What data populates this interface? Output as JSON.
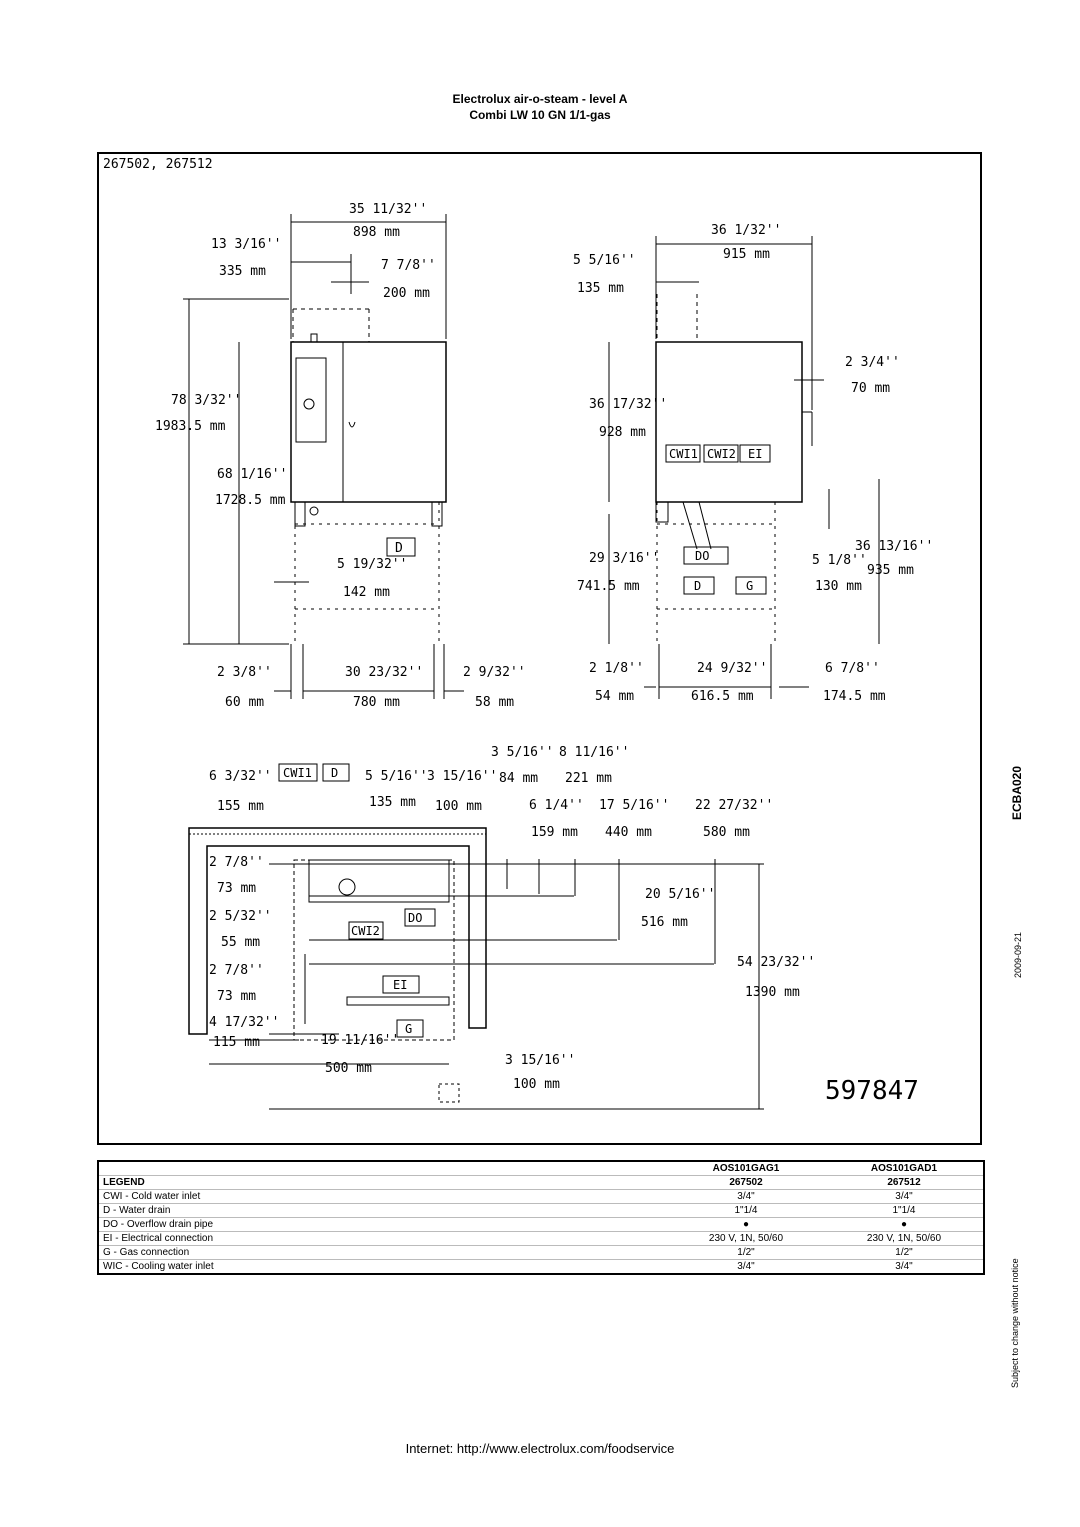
{
  "header": {
    "title_line1": "Electrolux air-o-steam - level A",
    "title_line2": "Combi LW 10 GN 1/1-gas"
  },
  "drawing": {
    "model_codes": "267502, 267512",
    "drawing_number": "597847",
    "front_view": {
      "width_in": "35 11/32''",
      "width_mm": "898 mm",
      "offset_in": "13 3/16''",
      "offset_mm": "335 mm",
      "flue_in": "7 7/8''",
      "flue_mm": "200 mm",
      "height_in": "78 3/32''",
      "height_mm": "1983.5 mm",
      "body_height_in": "68 1/16''",
      "body_height_mm": "1728.5 mm",
      "drain_in": "5 19/32''",
      "drain_mm": "142 mm",
      "left_leg_in": "2 3/8''",
      "left_leg_mm": "60 mm",
      "leg_span_in": "30 23/32''",
      "leg_span_mm": "780 mm",
      "right_leg_in": "2 9/32''",
      "right_leg_mm": "58 mm",
      "label_d": "D"
    },
    "side_view": {
      "depth_in": "36 1/32''",
      "depth_mm": "915 mm",
      "flue_in": "5 5/16''",
      "flue_mm": "135 mm",
      "handle_in": "2 3/4''",
      "handle_mm": "70 mm",
      "body_in": "36 17/32''",
      "body_mm": "928 mm",
      "base_in": "29 3/16''",
      "base_mm": "741.5 mm",
      "gas_in": "5 1/8''",
      "gas_mm": "130 mm",
      "total_in": "36 13/16''",
      "total_mm": "935 mm",
      "front_leg_in": "2 1/8''",
      "front_leg_mm": "54 mm",
      "leg_span_in": "24 9/32''",
      "leg_span_mm": "616.5 mm",
      "rear_in": "6 7/8''",
      "rear_mm": "174.5 mm",
      "labels": [
        "CWI1",
        "CWI2",
        "EI",
        "DO",
        "D",
        "G"
      ]
    },
    "plan_view": {
      "d1_in": "6 3/32''",
      "d1_mm": "155 mm",
      "d2_in": "5 5/16''",
      "d2_mm": "135 mm",
      "d3_in": "3 15/16''",
      "d3_mm": "100 mm",
      "d4_in": "3 5/16''",
      "d4_mm": "84 mm",
      "d5_in": "8 11/16''",
      "d5_mm": "221 mm",
      "d6_in": "6 1/4''",
      "d6_mm": "159 mm",
      "d7_in": "17 5/16''",
      "d7_mm": "440 mm",
      "d8_in": "22 27/32''",
      "d8_mm": "580 mm",
      "d9_in": "20 5/16''",
      "d9_mm": "516 mm",
      "d10_in": "54 23/32''",
      "d10_mm": "1390 mm",
      "l1_in": "2 7/8''",
      "l1_mm": "73 mm",
      "l2_in": "2 5/32''",
      "l2_mm": "55 mm",
      "l3_in": "2 7/8''",
      "l3_mm": "73 mm",
      "l4_in": "4 17/32''",
      "l4_mm": "115 mm",
      "b1_in": "19 11/16''",
      "b1_mm": "500 mm",
      "b2_in": "3 15/16''",
      "b2_mm": "100 mm",
      "labels": [
        "CWI1",
        "D",
        "CWI2",
        "DO",
        "EI",
        "G"
      ]
    }
  },
  "side_notes": {
    "code": "ECBA020",
    "date": "2009-09-21",
    "disclaimer": "Subject to change without notice"
  },
  "legend": {
    "heading": "LEGEND",
    "columns": [
      {
        "model": "AOS101GAG1",
        "code": "267502"
      },
      {
        "model": "AOS101GAD1",
        "code": "267512"
      }
    ],
    "rows": [
      {
        "label": "CWI - Cold water inlet",
        "v1": "3/4\"",
        "v2": "3/4\""
      },
      {
        "label": "D - Water drain",
        "v1": "1\"1/4",
        "v2": "1\"1/4"
      },
      {
        "label": "DO - Overflow drain pipe",
        "v1": "●",
        "v2": "●"
      },
      {
        "label": "EI - Electrical connection",
        "v1": "230 V, 1N, 50/60",
        "v2": "230 V, 1N, 50/60"
      },
      {
        "label": "G - Gas connection",
        "v1": "1/2\"",
        "v2": "1/2\""
      },
      {
        "label": "WIC - Cooling water inlet",
        "v1": "3/4\"",
        "v2": "3/4\""
      }
    ]
  },
  "footer": {
    "internet": "Internet: http://www.electrolux.com/foodservice"
  }
}
